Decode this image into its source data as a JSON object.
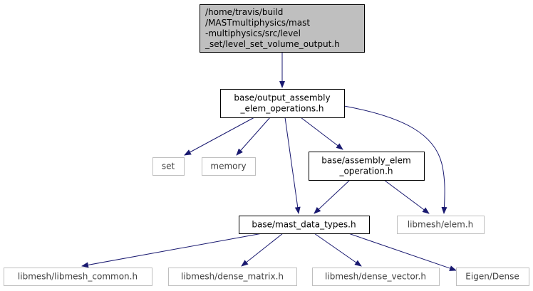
{
  "graph": {
    "nodes": [
      {
        "id": "root",
        "lines": [
          "/home/travis/build",
          "/MASTmultiphysics/mast",
          "-multiphysics/src/level",
          "_set/level_set_volume_output.h"
        ],
        "style": "root"
      },
      {
        "id": "oaeo",
        "lines": [
          "base/output_assembly",
          "_elem_operations.h"
        ],
        "style": "normal"
      },
      {
        "id": "set",
        "lines": [
          "set"
        ],
        "style": "external"
      },
      {
        "id": "memory",
        "lines": [
          "memory"
        ],
        "style": "external"
      },
      {
        "id": "aeo",
        "lines": [
          "base/assembly_elem",
          "_operation.h"
        ],
        "style": "normal"
      },
      {
        "id": "mdt",
        "lines": [
          "base/mast_data_types.h"
        ],
        "style": "normal"
      },
      {
        "id": "elem",
        "lines": [
          "libmesh/elem.h"
        ],
        "style": "external"
      },
      {
        "id": "common",
        "lines": [
          "libmesh/libmesh_common.h"
        ],
        "style": "external"
      },
      {
        "id": "dmatrix",
        "lines": [
          "libmesh/dense_matrix.h"
        ],
        "style": "external"
      },
      {
        "id": "dvector",
        "lines": [
          "libmesh/dense_vector.h"
        ],
        "style": "external"
      },
      {
        "id": "eigen",
        "lines": [
          "Eigen/Dense"
        ],
        "style": "external"
      }
    ],
    "edges": [
      {
        "from": "root",
        "to": "oaeo"
      },
      {
        "from": "oaeo",
        "to": "set"
      },
      {
        "from": "oaeo",
        "to": "memory"
      },
      {
        "from": "oaeo",
        "to": "aeo"
      },
      {
        "from": "oaeo",
        "to": "mdt"
      },
      {
        "from": "oaeo",
        "to": "elem"
      },
      {
        "from": "aeo",
        "to": "mdt"
      },
      {
        "from": "aeo",
        "to": "elem"
      },
      {
        "from": "mdt",
        "to": "common"
      },
      {
        "from": "mdt",
        "to": "dmatrix"
      },
      {
        "from": "mdt",
        "to": "dvector"
      },
      {
        "from": "mdt",
        "to": "eigen"
      }
    ],
    "colors": {
      "edge": "#191970",
      "root_fill": "#bfbfbf",
      "root_border": "#000000",
      "node_border": "#000000",
      "external_border": "#bfbfbf",
      "external_text": "#404040",
      "text": "#000000"
    }
  }
}
